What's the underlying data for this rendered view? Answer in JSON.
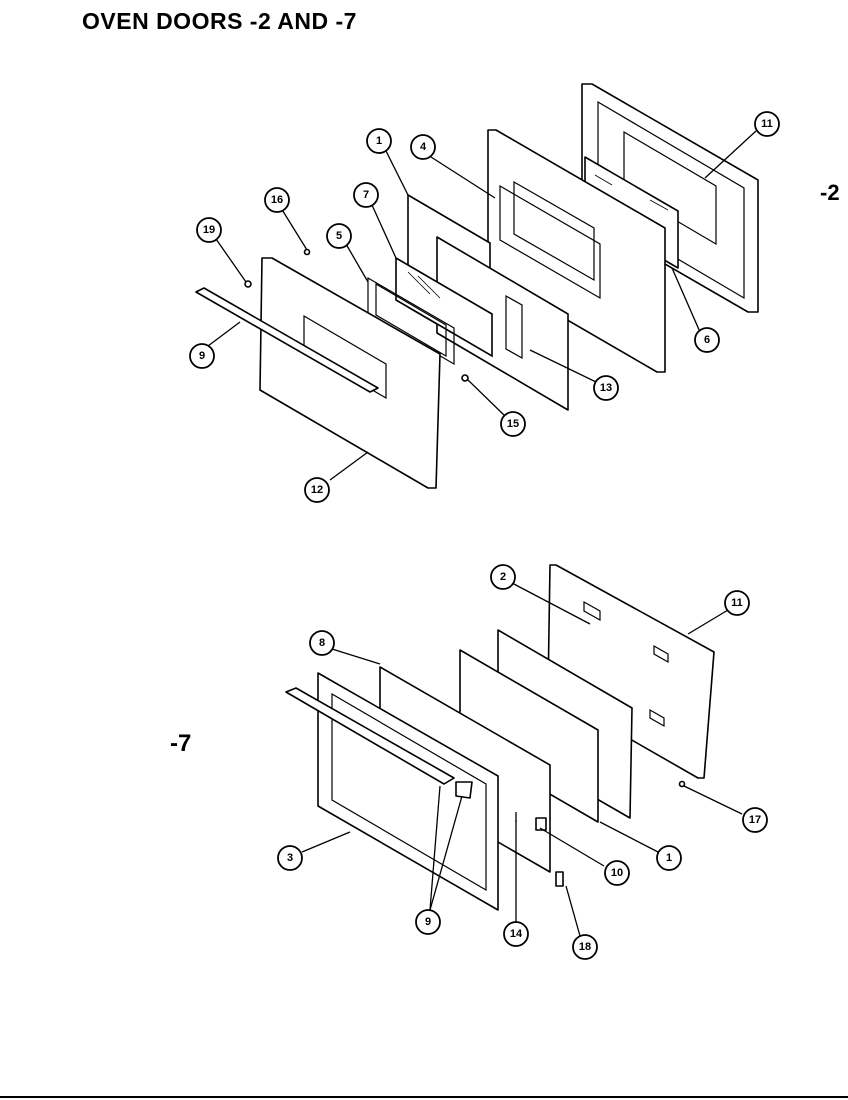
{
  "title": "OVEN DOORS -2 AND -7",
  "variants": {
    "top": "-2",
    "bottom": "-7"
  },
  "callouts_top": [
    "11",
    "1",
    "4",
    "7",
    "16",
    "19",
    "5",
    "9",
    "6",
    "13",
    "15",
    "12"
  ],
  "callouts_bottom": [
    "2",
    "11",
    "8",
    "3",
    "9",
    "14",
    "10",
    "1",
    "17",
    "18"
  ]
}
